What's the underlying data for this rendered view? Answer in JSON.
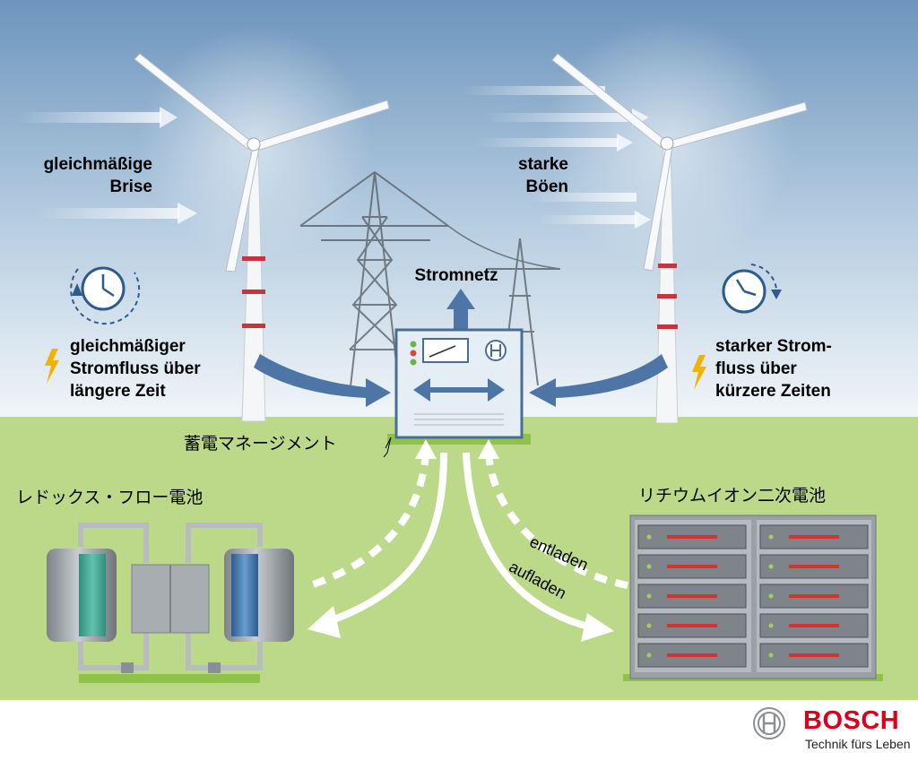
{
  "labels": {
    "steady_breeze": [
      "gleichmäßige",
      "Brise"
    ],
    "strong_gusts": [
      "starke",
      "Böen"
    ],
    "grid": "Stromnetz",
    "steady_flow": [
      "gleichmäßiger",
      "Stromfluss über",
      "längere Zeit"
    ],
    "strong_flow": [
      "starker Strom-",
      "fluss über",
      "kürzere Zeiten"
    ],
    "storage_management": "蓄電マネージメント",
    "redox_battery": "レドックス・フロー電池",
    "lithium_battery": "リチウムイオン二次電池",
    "discharge": "entladen",
    "charge": "aufladen"
  },
  "brand": {
    "name": "BOSCH",
    "slogan": "Technik fürs Leben"
  },
  "colors": {
    "sky_top": "#6d95bd",
    "sky_bottom": "#eef4f8",
    "ground": "#bcd98a",
    "arrow_blue": "#4d76a6",
    "brand_red": "#d9001b"
  },
  "icons": [
    "clock-icon",
    "lightning-icon",
    "bosch-logo-icon"
  ]
}
